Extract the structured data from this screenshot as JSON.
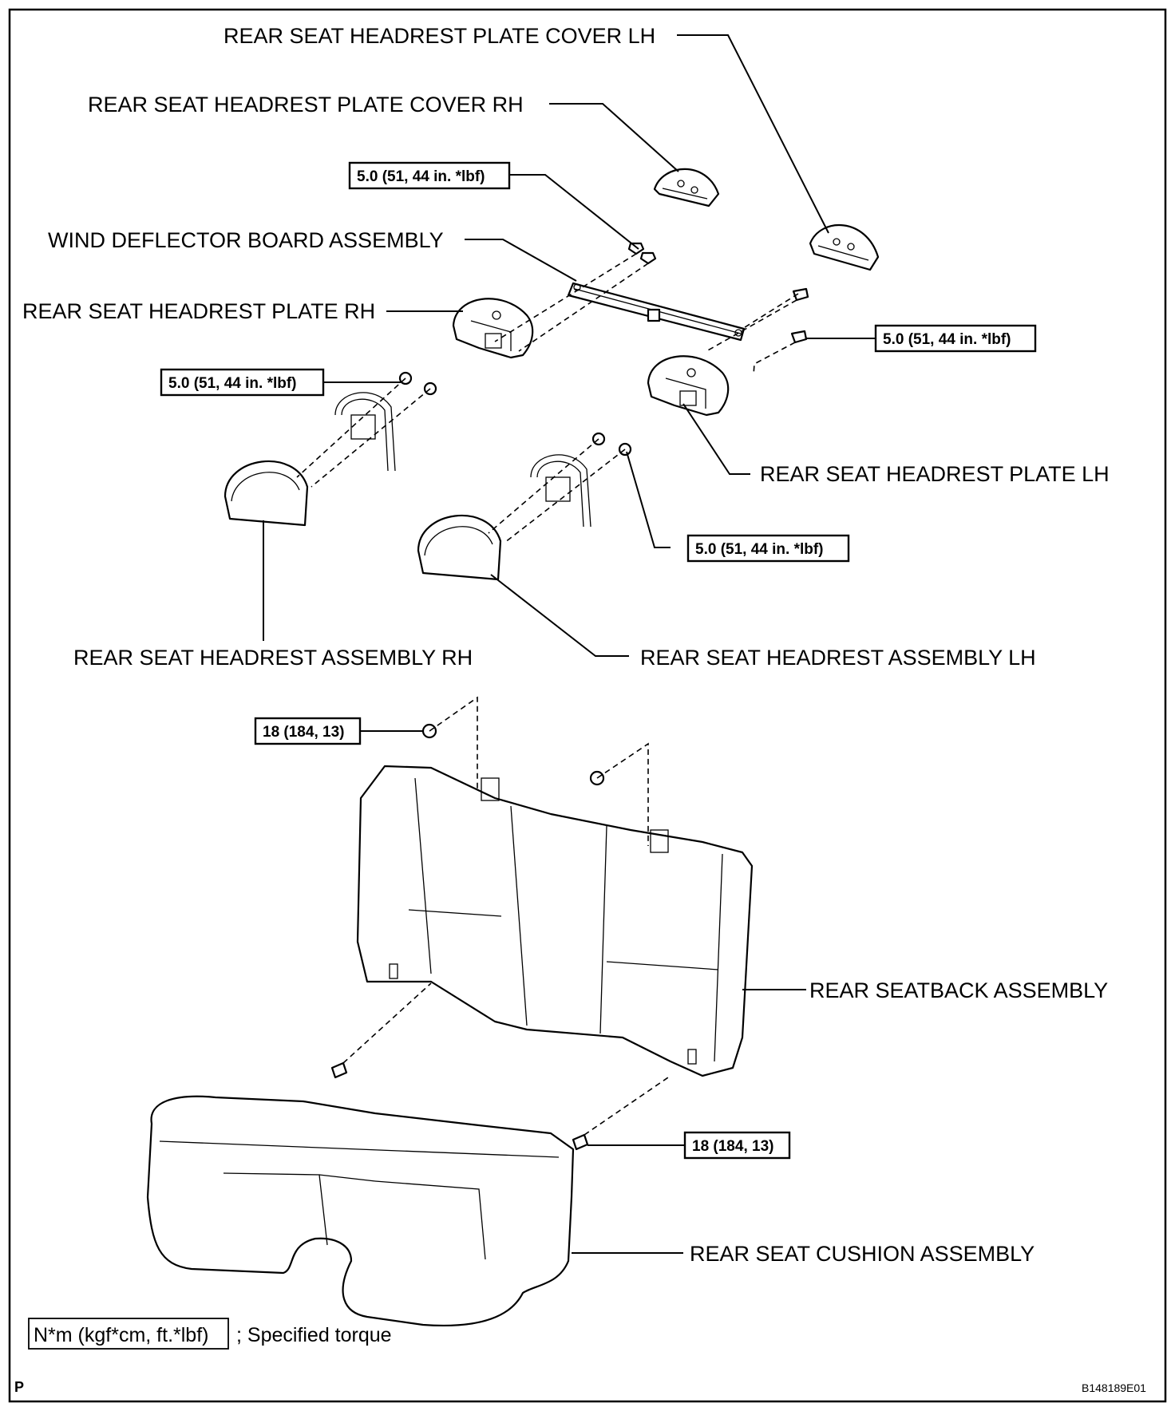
{
  "labels": {
    "headrest_plate_cover_lh": "REAR SEAT HEADREST PLATE COVER LH",
    "headrest_plate_cover_rh": "REAR SEAT HEADREST PLATE COVER RH",
    "wind_deflector_board": "WIND DEFLECTOR BOARD ASSEMBLY",
    "headrest_plate_rh": "REAR SEAT HEADREST PLATE RH",
    "headrest_plate_lh": "REAR SEAT HEADREST PLATE  LH",
    "headrest_assembly_rh": "REAR SEAT HEADREST ASSEMBLY  RH",
    "headrest_assembly_lh": "REAR SEAT HEADREST ASSEMBLY LH",
    "seatback_assembly": "REAR SEATBACK ASSEMBLY",
    "seat_cushion_assembly": "REAR SEAT CUSHION ASSEMBLY"
  },
  "torques": {
    "deflector_bolt_upper": "5.0 (51, 44 in. *lbf)",
    "deflector_bolt_right": "5.0 (51, 44 in. *lbf)",
    "headrest_nut_rh": "5.0 (51, 44 in. *lbf)",
    "headrest_nut_lh": "5.0 (51, 44 in. *lbf)",
    "seatback_nut": "18 (184, 13)",
    "seatback_bolt": "18 (184, 13)"
  },
  "legend": {
    "unit_box": "N*m (kgf*cm, ft.*lbf)",
    "description": "; Specified torque"
  },
  "footer": {
    "left_mark": "P",
    "figure_id": "B148189E01"
  }
}
